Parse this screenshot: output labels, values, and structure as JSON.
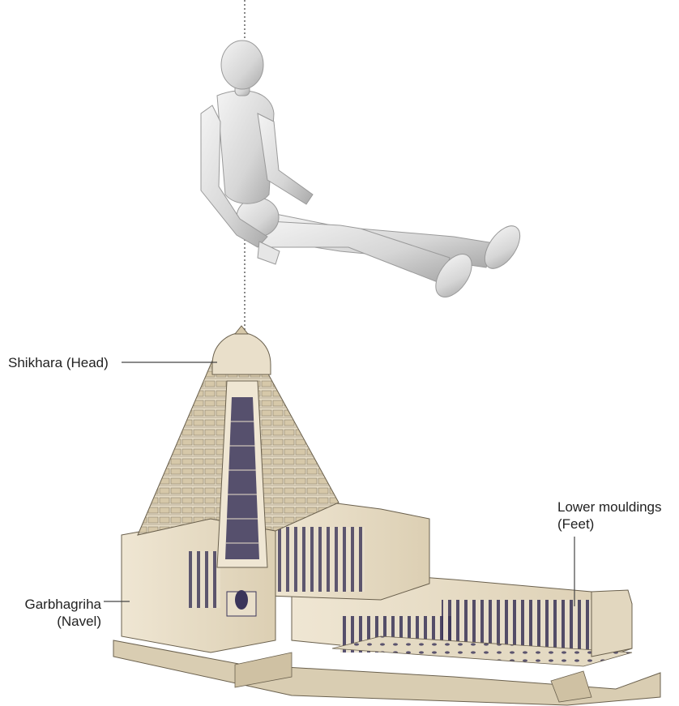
{
  "labels": {
    "shikhara": "Shikhara (Head)",
    "garbhagriha_line1": "Garbhagriha",
    "garbhagriha_line2": "(Navel)",
    "feet_line1": "Lower mouldings",
    "feet_line2": "(Feet)"
  },
  "colors": {
    "stone": "#e9dfca",
    "stone_shadow": "#cfc1a3",
    "ink": "#2f2a4a",
    "figure": "#d9d9d9",
    "figure_shadow": "#b5b5b5",
    "leader": "#444444"
  }
}
